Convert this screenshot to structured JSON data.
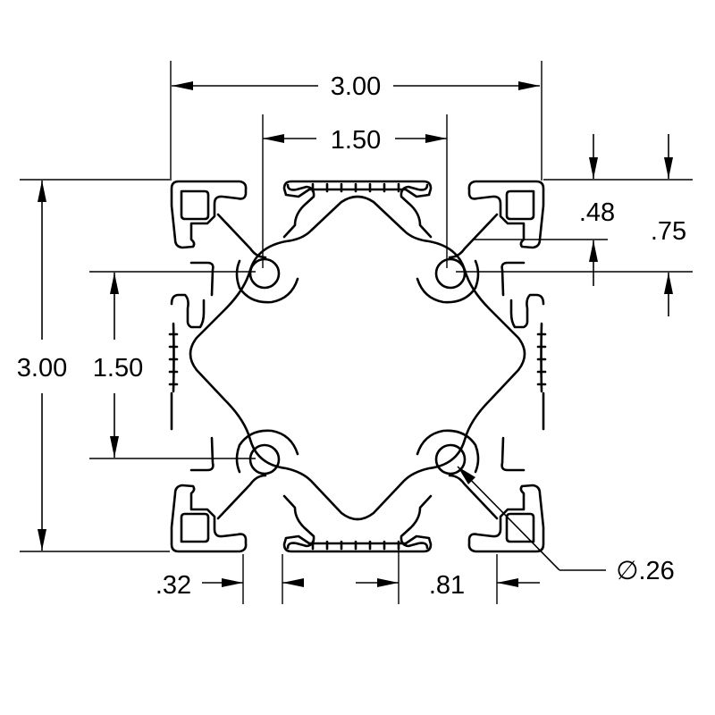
{
  "drawing": {
    "dimensions": {
      "overall_width": "3.00",
      "hole_spacing_horizontal": "1.50",
      "overall_height": "3.00",
      "hole_spacing_vertical": "1.50",
      "hole_offset_vertical": ".48",
      "slot_depth": ".75",
      "slot_lip": ".32",
      "slot_opening": ".81",
      "hole_diameter": "∅.26"
    }
  }
}
